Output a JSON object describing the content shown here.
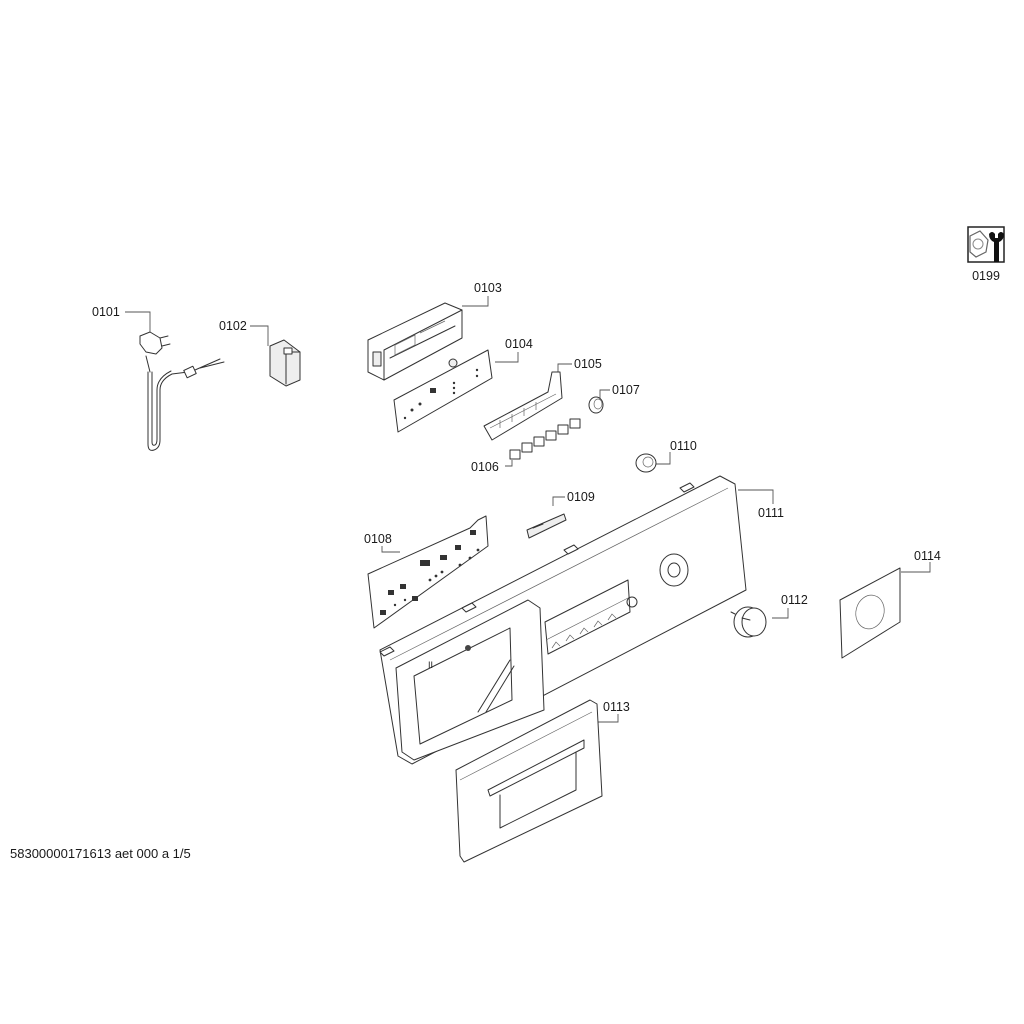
{
  "diagram": {
    "title": "Exploded parts diagram — control panel assembly",
    "parts": [
      {
        "id": "0101",
        "name": "power-cord-plug"
      },
      {
        "id": "0102",
        "name": "interference-suppressor"
      },
      {
        "id": "0103",
        "name": "module-housing"
      },
      {
        "id": "0104",
        "name": "circuit-board-small"
      },
      {
        "id": "0105",
        "name": "button-carrier"
      },
      {
        "id": "0106",
        "name": "push-buttons"
      },
      {
        "id": "0107",
        "name": "single-button"
      },
      {
        "id": "0108",
        "name": "control-circuit-board"
      },
      {
        "id": "0109",
        "name": "display-window"
      },
      {
        "id": "0110",
        "name": "knob-bearing"
      },
      {
        "id": "0111",
        "name": "control-panel-fascia"
      },
      {
        "id": "0112",
        "name": "selector-knob"
      },
      {
        "id": "0113",
        "name": "detergent-drawer-handle"
      },
      {
        "id": "0114",
        "name": "knob-ring-sticker"
      }
    ],
    "service_icon": {
      "id": "0199",
      "icon": "wrench-nut-icon"
    },
    "footer": "58300000171613 aet 000 a 1/5"
  }
}
